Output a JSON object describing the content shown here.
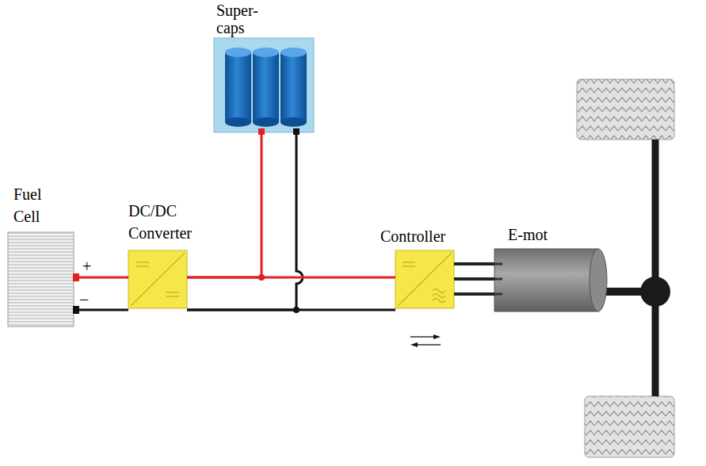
{
  "diagram": {
    "nodes": [
      {
        "text": [
          "Super- caps"
        ]
      },
      {
        "text": [
          "Fuel Cell"
        ]
      },
      {
        "text": [
          "DC/DC Converter"
        ]
      },
      {
        "text": [
          "Controller"
        ]
      },
      {
        "text": [
          "E-mot"
        ]
      }
    ],
    "edges": [
      {
        "from": 1,
        "to": 2,
        "arrow": "none"
      },
      {
        "from": 2,
        "to": 0,
        "arrow": "none"
      },
      {
        "from": 2,
        "to": 3,
        "arrow": "none"
      },
      {
        "from": 3,
        "to": 4,
        "arrow": "none"
      }
    ],
    "labels": [
      "+",
      "–"
    ]
  }
}
